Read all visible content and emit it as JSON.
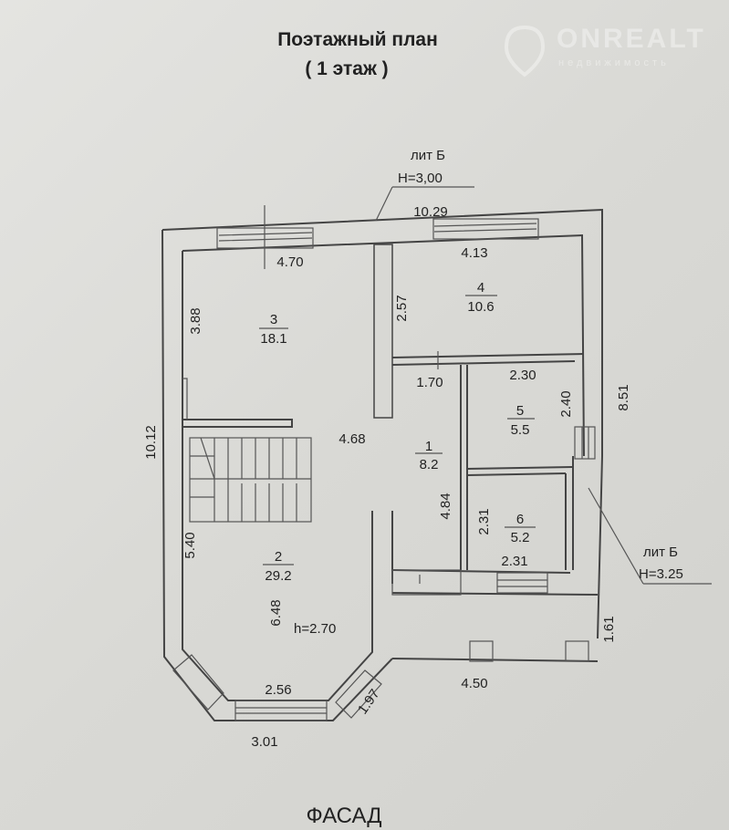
{
  "title": "Поэтажный план",
  "subtitle": "( 1 этаж )",
  "watermark": {
    "brand": "ONREALT",
    "tagline": "недвижимость"
  },
  "labels": {
    "lit_top": "лит Б",
    "h_top": "H=3,00",
    "lit_right": "лит Б",
    "h_right": "H=3.25",
    "ceiling": "h=2.70",
    "facade": "ФАСАД"
  },
  "rooms": [
    {
      "number": "1",
      "area": "8.2"
    },
    {
      "number": "2",
      "area": "29.2"
    },
    {
      "number": "3",
      "area": "18.1"
    },
    {
      "number": "4",
      "area": "10.6"
    },
    {
      "number": "5",
      "area": "5.5"
    },
    {
      "number": "6",
      "area": "5.2"
    }
  ],
  "dimensions": {
    "top_total": "10.29",
    "r3_top": "4.70",
    "r4_top": "4.13",
    "r3_side": "3.88",
    "r4_side": "2.57",
    "r1_top": "1.70",
    "r5_top": "2.30",
    "r5_side": "2.40",
    "right_total": "8.51",
    "left_total": "10.12",
    "hall_width": "4.68",
    "r1_side": "4.84",
    "r6_side": "2.31",
    "r6_bottom": "2.31",
    "r2_upper_side": "5.40",
    "r2_side": "6.48",
    "porch_side": "1.61",
    "bay_inner": "2.56",
    "porch_width": "4.50",
    "bay_diag": "1.97",
    "bay_outer": "3.01"
  }
}
